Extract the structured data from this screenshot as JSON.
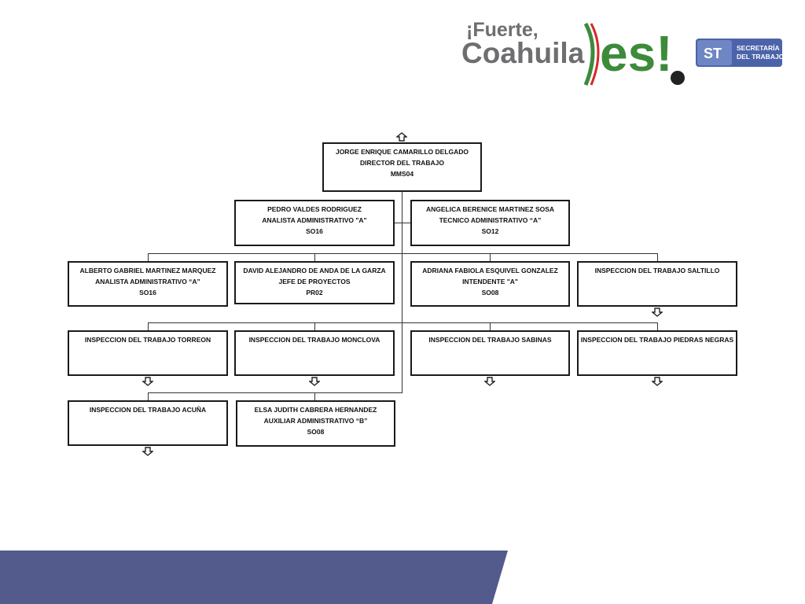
{
  "header": {
    "logo_line1": "¡Fuerte,",
    "logo_line2": "Coahuila",
    "logo_es": "es!",
    "st_badge": "ST",
    "st_line1": "SECRETARÍA",
    "st_line2": "DEL TRABAJO"
  },
  "org": {
    "director": {
      "name": "JORGE ENRIQUE CAMARILLO DELGADO",
      "title": "DIRECTOR DEL TRABAJO",
      "code": "MMS04"
    },
    "staff_left": {
      "name": "PEDRO VALDES RODRIGUEZ",
      "title": "ANALISTA  ADMINISTRATIVO \"A\"",
      "code": "SO16"
    },
    "staff_right": {
      "name": "ANGELICA BERENICE MARTINEZ SOSA",
      "title": "TECNICO ADMINISTRATIVO “A”",
      "code": "SO12"
    },
    "row2": [
      {
        "name": "ALBERTO GABRIEL MARTINEZ MARQUEZ",
        "title": "ANALISTA ADMINISTRATIVO “A”",
        "code": "SO16"
      },
      {
        "name": "DAVID ALEJANDRO DE ANDA DE LA GARZA",
        "title": "JEFE DE PROYECTOS",
        "code": "PR02"
      },
      {
        "name": "ADRIANA FABIOLA ESQUIVEL GONZALEZ",
        "title": "INTENDENTE \"A\"",
        "code": "SO08"
      },
      {
        "name": "INSPECCION DEL TRABAJO SALTILLO"
      }
    ],
    "row3": [
      {
        "name": "INSPECCION DEL TRABAJO TORREON"
      },
      {
        "name": "INSPECCION DEL TRABAJO MONCLOVA"
      },
      {
        "name": "INSPECCION DEL TRABAJO SABINAS"
      },
      {
        "name": "INSPECCION DEL TRABAJO PIEDRAS NEGRAS"
      }
    ],
    "row4": [
      {
        "name": "INSPECCION DEL TRABAJO ACUÑA"
      },
      {
        "name": "ELSA JUDITH CABRERA HERNANDEZ",
        "title": "AUXILIAR ADMINISTRATIVO “B”",
        "code": "SO08"
      }
    ]
  },
  "colors": {
    "footer_band": "#535a8c",
    "logo_gray": "#6d6e70",
    "logo_green": "#3d8a3b",
    "logo_red": "#d7262c",
    "st_blue": "#4b63a8"
  }
}
